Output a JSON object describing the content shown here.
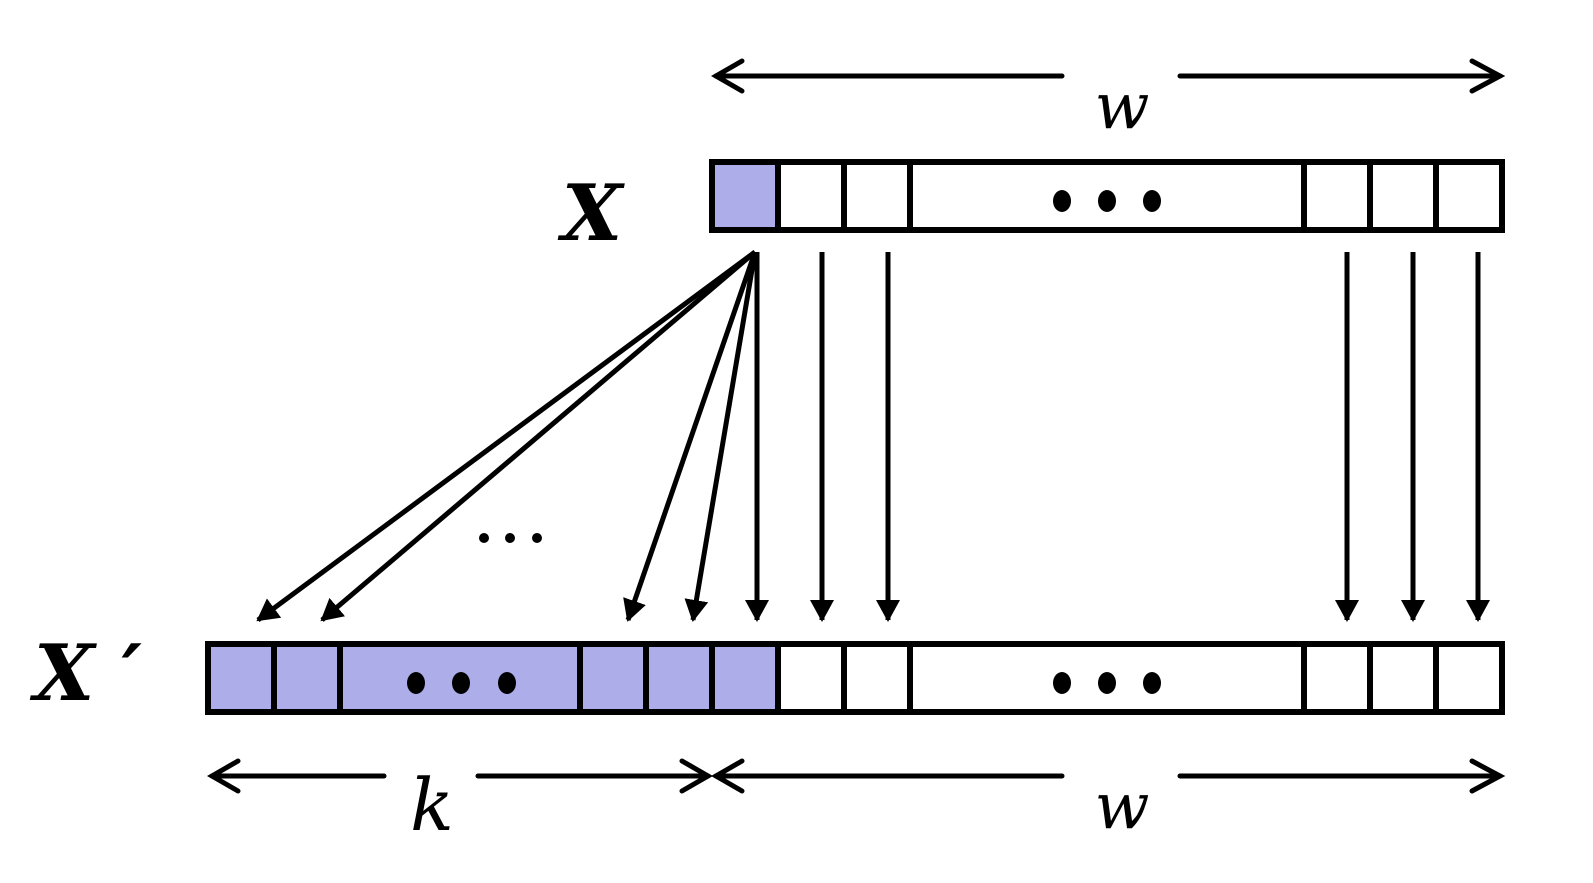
{
  "labels": {
    "x_row": "X",
    "x_prime_row": "X ′",
    "w_top": "w",
    "w_bottom": "w",
    "k": "k"
  },
  "colors": {
    "highlight": "#adadea",
    "stroke": "#000000",
    "background": "#ffffff"
  }
}
